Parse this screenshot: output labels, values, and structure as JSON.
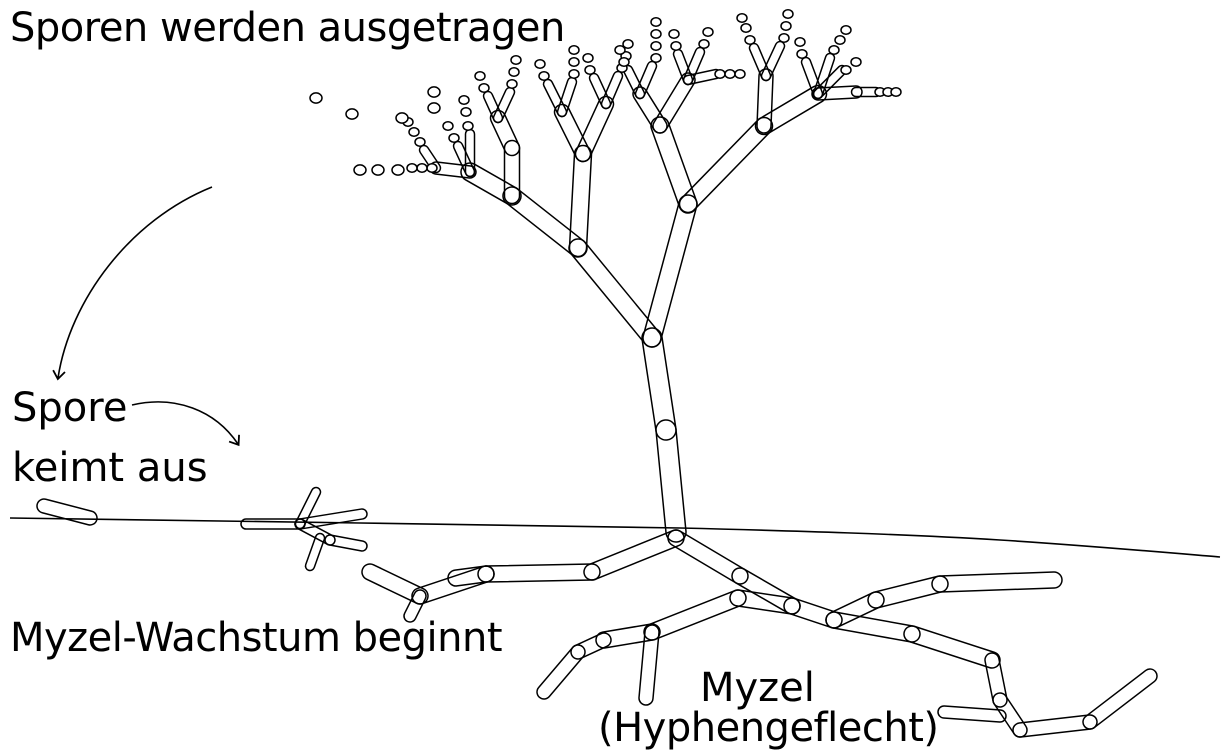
{
  "labels": {
    "spores_dispersed": "Sporen werden ausgetragen",
    "spore": "Spore",
    "germinates": "keimt aus",
    "mycelium_growth_begins": "Myzel-Wachstum beginnt",
    "mycelium": "Myzel",
    "hyphal_network": "(Hyphengeflecht)"
  },
  "colors": {
    "ink": "#000000",
    "background": "#ffffff"
  }
}
